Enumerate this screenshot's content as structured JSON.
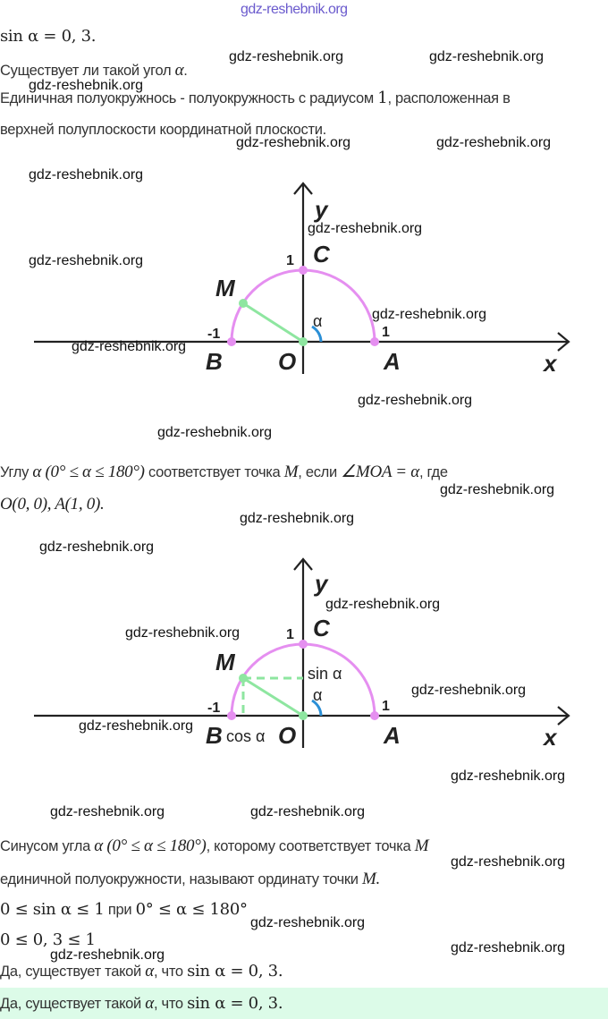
{
  "watermark": "gdz-reshebnik.org",
  "problem": {
    "math": "sin α  =  0, 3."
  },
  "question": {
    "text": "Существует ли такой угол",
    "var": "α",
    "end": "."
  },
  "definition": {
    "line1_a": "Единичная полуокружнось - полуокружность с радиусом",
    "line1_num": "1",
    "line1_b": ", расположенная в",
    "line2": "верхней полуплоскости координатной плоскости."
  },
  "diagram1": {
    "y": "y",
    "x": "x",
    "C": "C",
    "M": "M",
    "B": "B",
    "O": "O",
    "A": "A",
    "one_y": "1",
    "one_x": "1",
    "minus_one": "-1",
    "alpha": "α"
  },
  "para2": {
    "a": "Углу",
    "math1": "α (0° ≤ α ≤ 180°)",
    "b": "соответствует точка",
    "M": "M",
    "c": ", если",
    "math2": "∠MOA = α",
    "d": ", где",
    "line2": "O(0, 0), A(1, 0)."
  },
  "diagram2": {
    "y": "y",
    "x": "x",
    "C": "C",
    "M": "M",
    "B": "B",
    "O": "O",
    "A": "A",
    "one_y": "1",
    "one_x": "1",
    "minus_one": "-1",
    "alpha": "α",
    "sin": "sin α",
    "cos": "cos α"
  },
  "para3": {
    "a": "Синусом угла",
    "math1": "α (0° ≤ α ≤ 180°)",
    "b": ", которому соответствует точка",
    "M": "M",
    "line2": "единичной полуокружности, называют ординату точки",
    "M2": "M."
  },
  "ineq1": {
    "math1": "0 ≤ sin α ≤ 1",
    "word": "при",
    "math2": "0° ≤ α ≤ 180°"
  },
  "ineq2": {
    "math": "0 ≤ 0, 3 ≤ 1"
  },
  "conclusion": {
    "a": "Да, существует такой",
    "var": "α",
    "b": ", что",
    "math": "sin α = 0, 3."
  },
  "answer": {
    "a": "Да, существует такой",
    "var": "α",
    "b": ", что",
    "math": "sin α = 0, 3."
  },
  "colors": {
    "arc": "#e58ff0",
    "radius": "#8ee6a0",
    "angle": "#2b8fd6",
    "answer_bg": "#dcfbe8"
  }
}
